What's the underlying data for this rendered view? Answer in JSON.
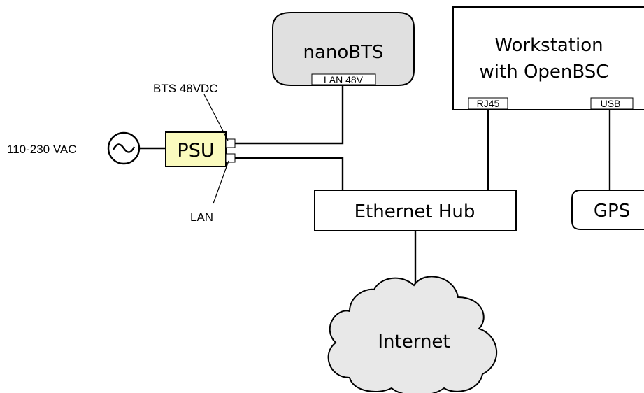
{
  "nodes": {
    "nanobts": {
      "label": "nanoBTS",
      "port": "LAN 48V",
      "fill": "#e0e0e0"
    },
    "workstation": {
      "label_line1": "Workstation",
      "label_line2": "with OpenBSC",
      "port_rj45": "RJ45",
      "port_usb": "USB"
    },
    "psu": {
      "label": "PSU",
      "fill": "#fafabe"
    },
    "ethernet_hub": {
      "label": "Ethernet Hub"
    },
    "gps": {
      "label": "GPS"
    },
    "internet": {
      "label": "Internet",
      "fill": "#e8e8e8"
    },
    "ac_source": {
      "label": "110-230 VAC",
      "symbol": "~"
    }
  },
  "callouts": {
    "bts_48vdc": "BTS 48VDC",
    "lan": "LAN"
  }
}
